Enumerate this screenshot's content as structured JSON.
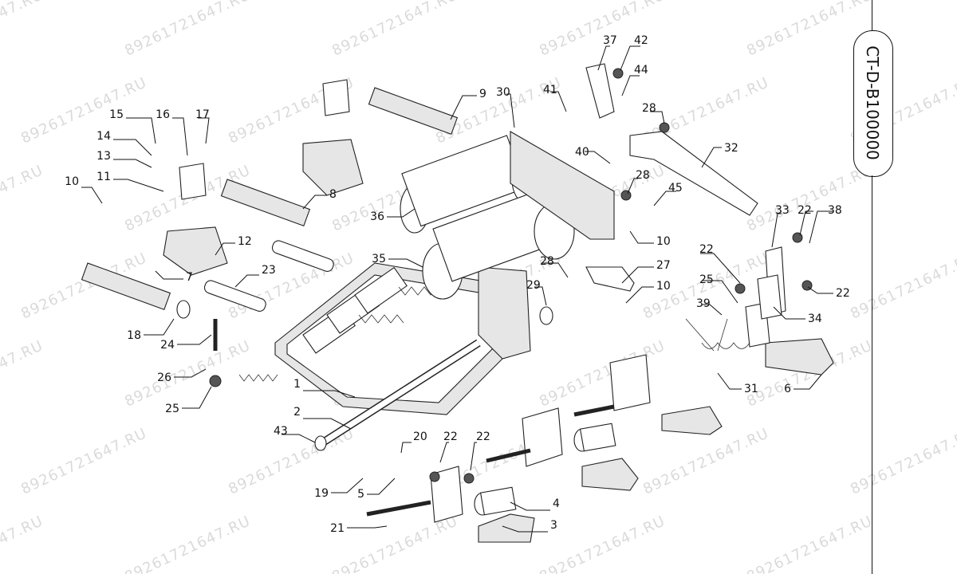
{
  "document": {
    "code": "CT-D-B100000"
  },
  "watermark": {
    "text": "89261721647.RU"
  },
  "callouts": [
    "1",
    "2",
    "3",
    "4",
    "5",
    "6",
    "7",
    "8",
    "9",
    "10",
    "10",
    "10",
    "11",
    "12",
    "13",
    "14",
    "15",
    "16",
    "17",
    "18",
    "19",
    "20",
    "21",
    "22",
    "22",
    "22",
    "22",
    "22",
    "23",
    "24",
    "25",
    "25",
    "26",
    "27",
    "28",
    "28",
    "28",
    "29",
    "30",
    "31",
    "32",
    "33",
    "34",
    "35",
    "36",
    "37",
    "38",
    "39",
    "40",
    "41",
    "42",
    "43",
    "44",
    "45"
  ]
}
